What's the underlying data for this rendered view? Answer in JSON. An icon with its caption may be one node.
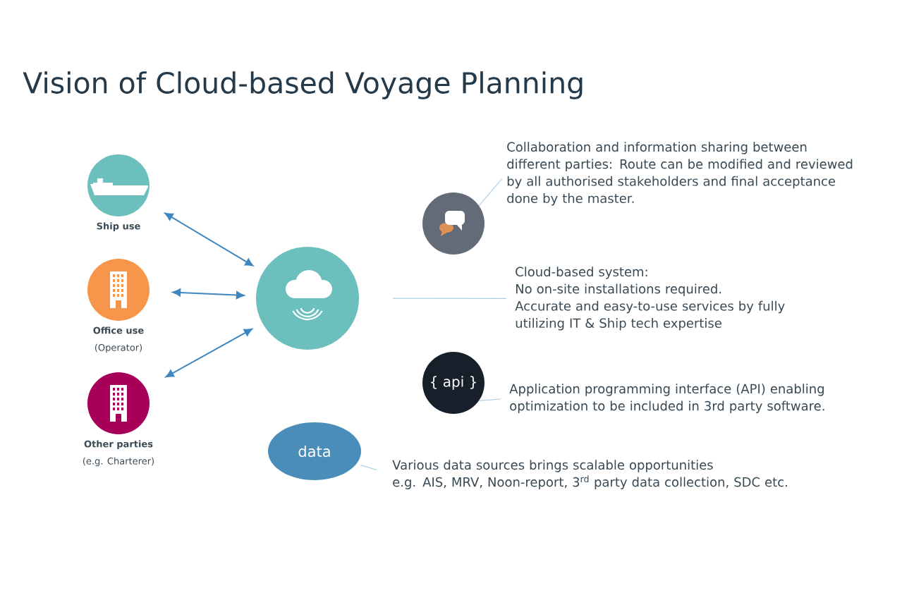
{
  "diagram": {
    "title": "Vision of Cloud-based Voyage Planning",
    "nodes": [
      {
        "text": [
          "Ship use"
        ]
      },
      {
        "text": [
          "Office use",
          "(Operator)"
        ]
      },
      {
        "text": [
          "Other parties",
          "(e.g. Charterer)"
        ]
      },
      {
        "text": [],
        "shape": "circle"
      },
      {
        "text": [],
        "shape": "circle"
      },
      {
        "text": [
          "Collaboration and information sharing between different parties: Route can be modified and reviewed by all authorised stakeholders and final acceptance done by the master."
        ]
      },
      {
        "text": [
          "Cloud-based system:",
          "No on-site installations required.",
          "Accurate and easy-to-use services by fully utilizing IT & Ship tech expertise"
        ]
      },
      {
        "text": [
          "{ api }"
        ]
      },
      {
        "text": [
          "Application programming interface (API) enabling optimization to be included in 3rd party software."
        ]
      },
      {
        "text": [
          "data"
        ]
      },
      {
        "text": [
          "Various data sources brings scalable opportunities",
          "e.g. AIS, MRV, Noon-report, 3$^{rd}$ party data collection, SDC etc."
        ]
      }
    ],
    "edges": [
      {
        "from": 0,
        "to": 3,
        "arrow": "both",
        "color": "#3e86bf"
      },
      {
        "from": 1,
        "to": 3,
        "arrow": "both",
        "color": "#3e86bf"
      },
      {
        "from": 2,
        "to": 3,
        "arrow": "both",
        "color": "#3e86bf"
      },
      {
        "from": 4,
        "to": 5,
        "arrow": "none"
      },
      {
        "from": 3,
        "to": 6,
        "arrow": "none"
      },
      {
        "from": 7,
        "to": 8,
        "arrow": "none"
      },
      {
        "from": 9,
        "to": 10,
        "arrow": "none"
      }
    ]
  }
}
